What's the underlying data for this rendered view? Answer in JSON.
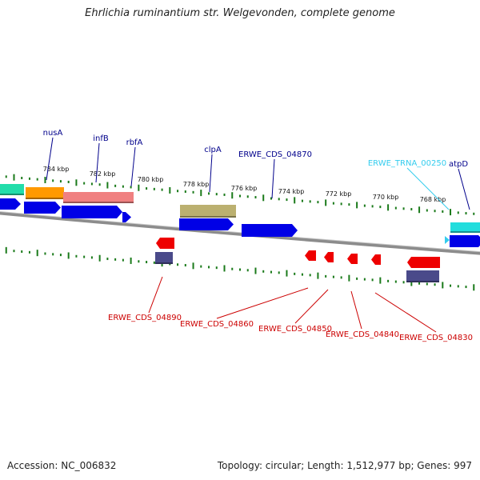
{
  "title": "Ehrlichia ruminantium str. Welgevonden, complete genome",
  "accession_text": "Accession: NC_006832",
  "topology_text": "Topology: circular; Length: 1,512,977 bp; Genes: 997",
  "colors": {
    "backbone": "#8c8c8c",
    "cds_blue": "#0000e6",
    "feature_red": "#ee0000",
    "tick_green": "#1a7a1a",
    "label_blue": "#00008b",
    "label_red": "#cc0000",
    "label_cyan": "#33ccee",
    "teal": "#22ddaa",
    "orange": "#ff9900",
    "salmon": "#f08080",
    "olive": "#bbb070",
    "indigo": "#4a4a8a",
    "cyan": "#22dddd"
  },
  "kbp_labels": [
    "784 kbp",
    "782 kbp",
    "780 kbp",
    "778 kbp",
    "776 kbp",
    "774 kbp",
    "772 kbp",
    "770 kbp",
    "768 kbp"
  ],
  "gene_labels_top": [
    {
      "text": "nusA",
      "color": "label_blue"
    },
    {
      "text": "infB",
      "color": "label_blue"
    },
    {
      "text": "rbfA",
      "color": "label_blue"
    },
    {
      "text": "clpA",
      "color": "label_blue"
    },
    {
      "text": "ERWE_CDS_04870",
      "color": "label_blue"
    },
    {
      "text": "ERWE_TRNA_00250",
      "color": "label_cyan"
    },
    {
      "text": "atpD",
      "color": "label_blue"
    }
  ],
  "gene_labels_bottom": [
    {
      "text": "ERWE_CDS_04890",
      "color": "label_red"
    },
    {
      "text": "ERWE_CDS_04860",
      "color": "label_red"
    },
    {
      "text": "ERWE_CDS_04850",
      "color": "label_red"
    },
    {
      "text": "ERWE_CDS_04840",
      "color": "label_red"
    },
    {
      "text": "ERWE_CDS_04830",
      "color": "label_red"
    }
  ]
}
